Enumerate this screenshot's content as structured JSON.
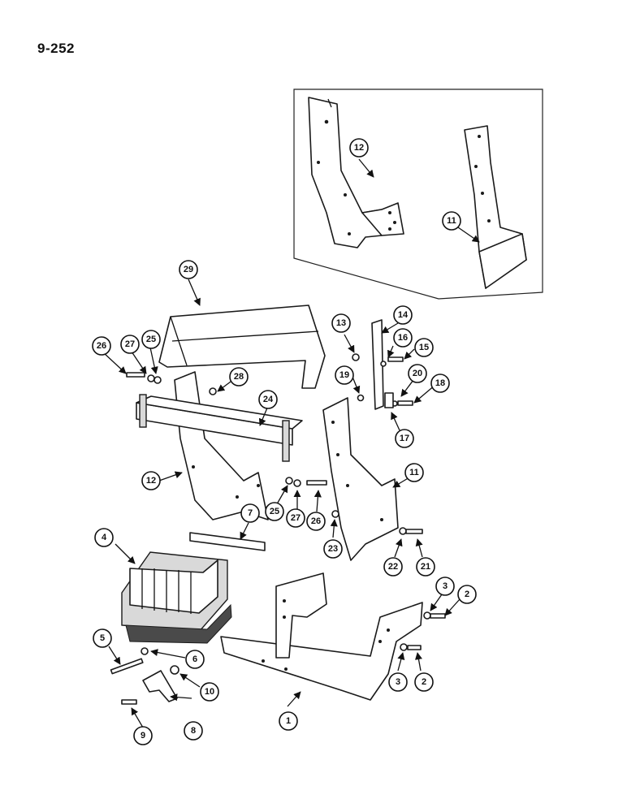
{
  "page_label": "9-252",
  "callouts": [
    "1",
    "2",
    "2",
    "3",
    "3",
    "4",
    "5",
    "6",
    "7",
    "8",
    "9",
    "10",
    "11",
    "11",
    "12",
    "12",
    "13",
    "14",
    "15",
    "16",
    "17",
    "18",
    "19",
    "20",
    "21",
    "22",
    "23",
    "24",
    "25",
    "25",
    "26",
    "26",
    "27",
    "27",
    "28",
    "29"
  ]
}
